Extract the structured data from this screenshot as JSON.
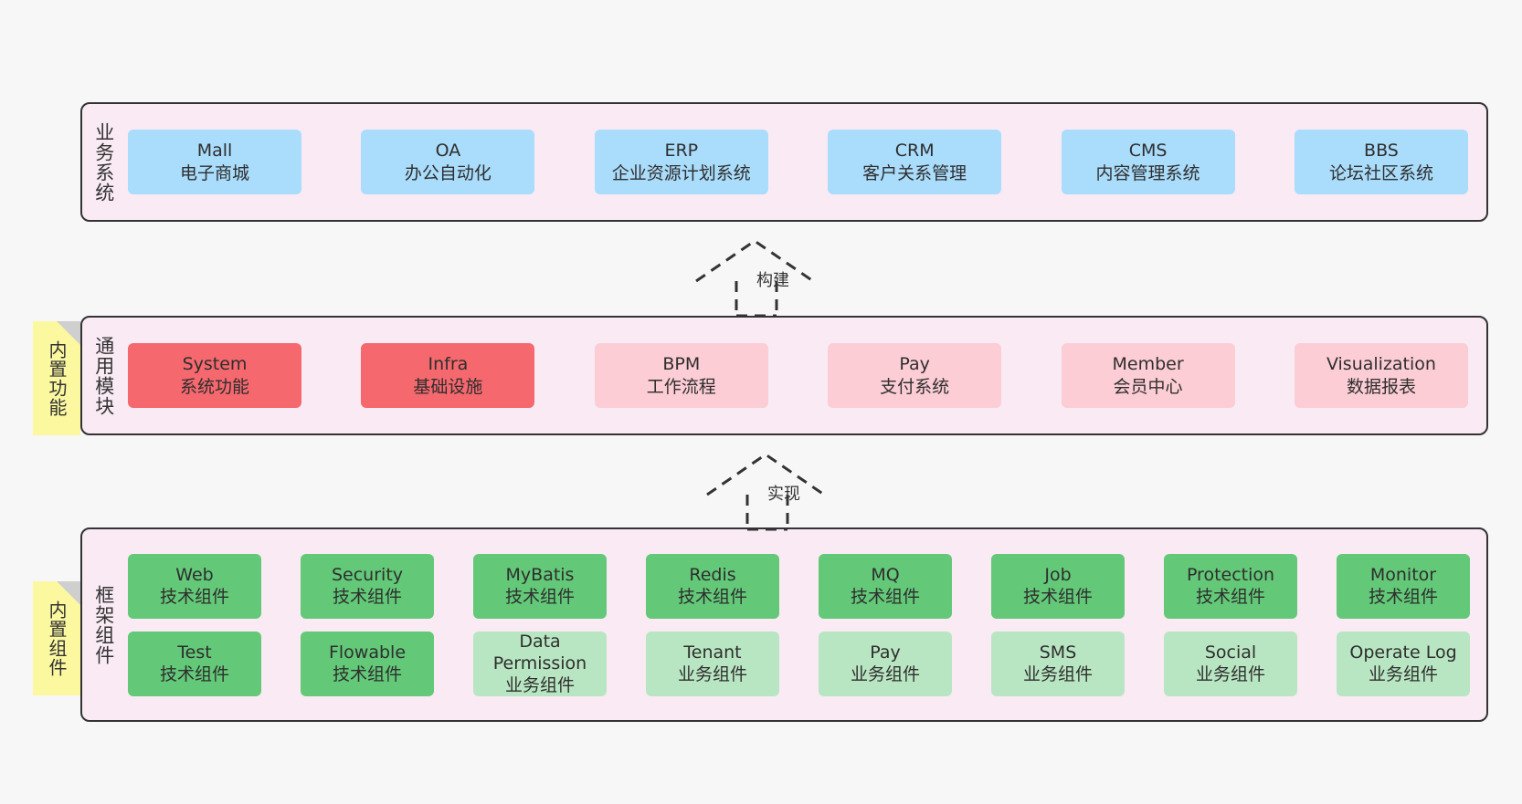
{
  "diagram": {
    "background_color": "#f7f7f7",
    "layer_fill": "#f9eaf4",
    "layer_border": "#333333",
    "sticky_color": "#fbf8a0"
  },
  "layers": [
    {
      "id": "business-systems",
      "title": "业务系统",
      "rows": [
        [
          {
            "title": "Mall",
            "sub": "电子商城",
            "color": "#aadcfb",
            "style": "blue"
          },
          {
            "title": "OA",
            "sub": "办公自动化",
            "color": "#aadcfb",
            "style": "blue"
          },
          {
            "title": "ERP",
            "sub": "企业资源计划系统",
            "color": "#aadcfb",
            "style": "blue"
          },
          {
            "title": "CRM",
            "sub": "客户关系管理",
            "color": "#aadcfb",
            "style": "blue"
          },
          {
            "title": "CMS",
            "sub": "内容管理系统",
            "color": "#aadcfb",
            "style": "blue"
          },
          {
            "title": "BBS",
            "sub": "论坛社区系统",
            "color": "#aadcfb",
            "style": "blue"
          }
        ]
      ]
    },
    {
      "id": "common-modules",
      "title": "通用模块",
      "sticky": "内置功能",
      "rows": [
        [
          {
            "title": "System",
            "sub": "系统功能",
            "color": "#f4686e",
            "style": "red"
          },
          {
            "title": "Infra",
            "sub": "基础设施",
            "color": "#f4686e",
            "style": "red"
          },
          {
            "title": "BPM",
            "sub": "工作流程",
            "color": "#fccdd5",
            "style": "pink"
          },
          {
            "title": "Pay",
            "sub": "支付系统",
            "color": "#fccdd5",
            "style": "pink"
          },
          {
            "title": "Member",
            "sub": "会员中心",
            "color": "#fccdd5",
            "style": "pink"
          },
          {
            "title": "Visualization",
            "sub": "数据报表",
            "color": "#fccdd5",
            "style": "pink"
          }
        ]
      ]
    },
    {
      "id": "framework-components",
      "title": "框架组件",
      "sticky": "内置组件",
      "rows": [
        [
          {
            "title": "Web",
            "sub": "技术组件",
            "color": "#63c878",
            "style": "green"
          },
          {
            "title": "Security",
            "sub": "技术组件",
            "color": "#63c878",
            "style": "green"
          },
          {
            "title": "MyBatis",
            "sub": "技术组件",
            "color": "#63c878",
            "style": "green"
          },
          {
            "title": "Redis",
            "sub": "技术组件",
            "color": "#63c878",
            "style": "green"
          },
          {
            "title": "MQ",
            "sub": "技术组件",
            "color": "#63c878",
            "style": "green"
          },
          {
            "title": "Job",
            "sub": "技术组件",
            "color": "#63c878",
            "style": "green"
          },
          {
            "title": "Protection",
            "sub": "技术组件",
            "color": "#63c878",
            "style": "green"
          },
          {
            "title": "Monitor",
            "sub": "技术组件",
            "color": "#63c878",
            "style": "green"
          }
        ],
        [
          {
            "title": "Test",
            "sub": "技术组件",
            "color": "#63c878",
            "style": "green"
          },
          {
            "title": "Flowable",
            "sub": "技术组件",
            "color": "#63c878",
            "style": "green"
          },
          {
            "title": "Data Permission",
            "sub": "业务组件",
            "color": "#b9e6c2",
            "style": "lgreen",
            "wrap": true
          },
          {
            "title": "Tenant",
            "sub": "业务组件",
            "color": "#b9e6c2",
            "style": "lgreen"
          },
          {
            "title": "Pay",
            "sub": "业务组件",
            "color": "#b9e6c2",
            "style": "lgreen"
          },
          {
            "title": "SMS",
            "sub": "业务组件",
            "color": "#b9e6c2",
            "style": "lgreen"
          },
          {
            "title": "Social",
            "sub": "业务组件",
            "color": "#b9e6c2",
            "style": "lgreen"
          },
          {
            "title": "Operate Log",
            "sub": "业务组件",
            "color": "#b9e6c2",
            "style": "lgreen"
          }
        ]
      ]
    }
  ],
  "connectors": [
    {
      "id": "build",
      "label": "构建",
      "from": "common-modules",
      "to": "business-systems",
      "style": "dashed-hollow-arrow"
    },
    {
      "id": "implement",
      "label": "实现",
      "from": "framework-components",
      "to": "common-modules",
      "style": "dashed-hollow-arrow"
    }
  ]
}
